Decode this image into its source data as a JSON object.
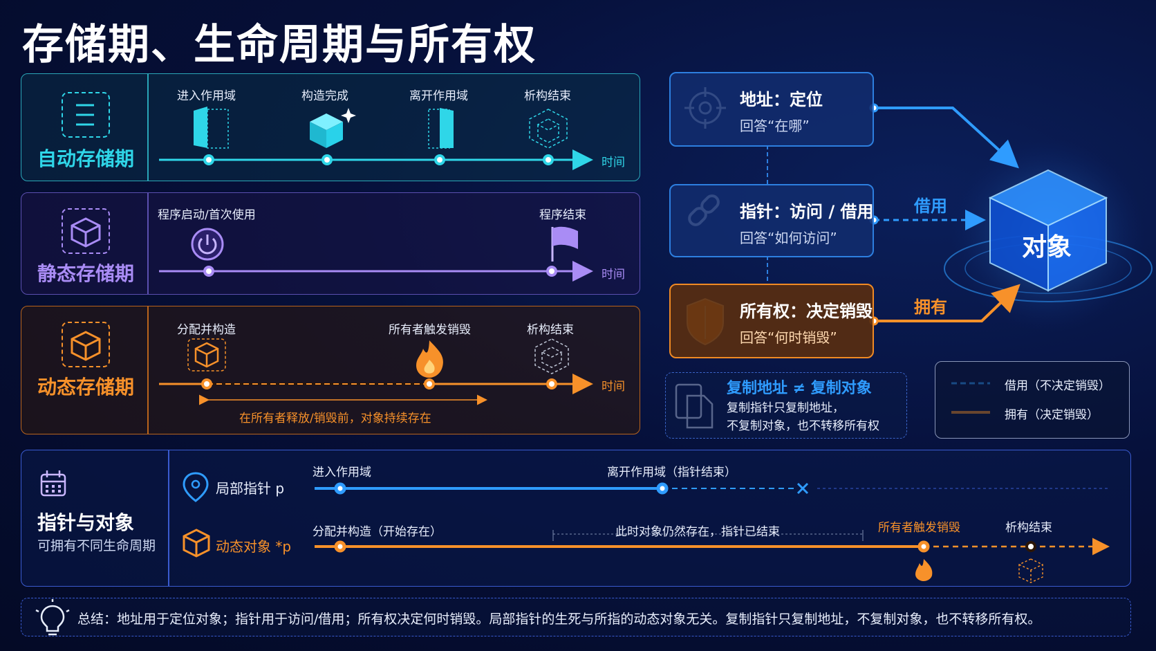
{
  "title": "存储期、生命周期与所有权",
  "auto": {
    "label": "自动存储期",
    "events": [
      "进入作用域",
      "构造完成",
      "离开作用域",
      "析构结束"
    ],
    "axis": "时间"
  },
  "static": {
    "label": "静态存储期",
    "events": [
      "程序启动/首次使用",
      "程序结束"
    ],
    "axis": "时间"
  },
  "dynamic": {
    "label": "动态存储期",
    "events": [
      "分配并构造",
      "所有者触发销毁",
      "析构结束"
    ],
    "axis": "时间",
    "note": "在所有者释放/销毁前，对象持续存在"
  },
  "cards": {
    "address": {
      "title": "地址：定位",
      "sub": "回答“在哪”"
    },
    "pointer": {
      "title": "指针：访问 / 借用",
      "sub": "回答“如何访问”"
    },
    "ownership": {
      "title": "所有权：决定销毁",
      "sub": "回答“何时销毁”"
    }
  },
  "arrows": {
    "borrow": "借用",
    "own": "拥有"
  },
  "object": "对象",
  "copy": {
    "title": "复制地址 ≠ 复制对象",
    "line1": "复制指针只复制地址，",
    "line2": "不复制对象，也不转移所有权"
  },
  "legend": {
    "borrow": "借用（不决定销毁）",
    "own": "拥有（决定销毁）"
  },
  "ptr_panel": {
    "title": "指针与对象",
    "subtitle": "可拥有不同生命周期",
    "local_ptr": "局部指针 p",
    "dyn_obj": "动态对象 *p",
    "enter": "进入作用域",
    "leave": "离开作用域（指针结束）",
    "alloc": "分配并构造（开始存在）",
    "still": "此时对象仍然存在，指针已结束",
    "owner_destroy": "所有者触发销毁",
    "dtor_end": "析构结束"
  },
  "summary": "总结：地址用于定位对象；指针用于访问/借用；所有权决定何时销毁。局部指针的生死与所指的动态对象无关。复制指针只复制地址，不复制对象，也不转移所有权。",
  "colors": {
    "cyan": "#2fd6e8",
    "purple": "#a98cf5",
    "orange": "#f7912a",
    "blue": "#2f9cff"
  }
}
